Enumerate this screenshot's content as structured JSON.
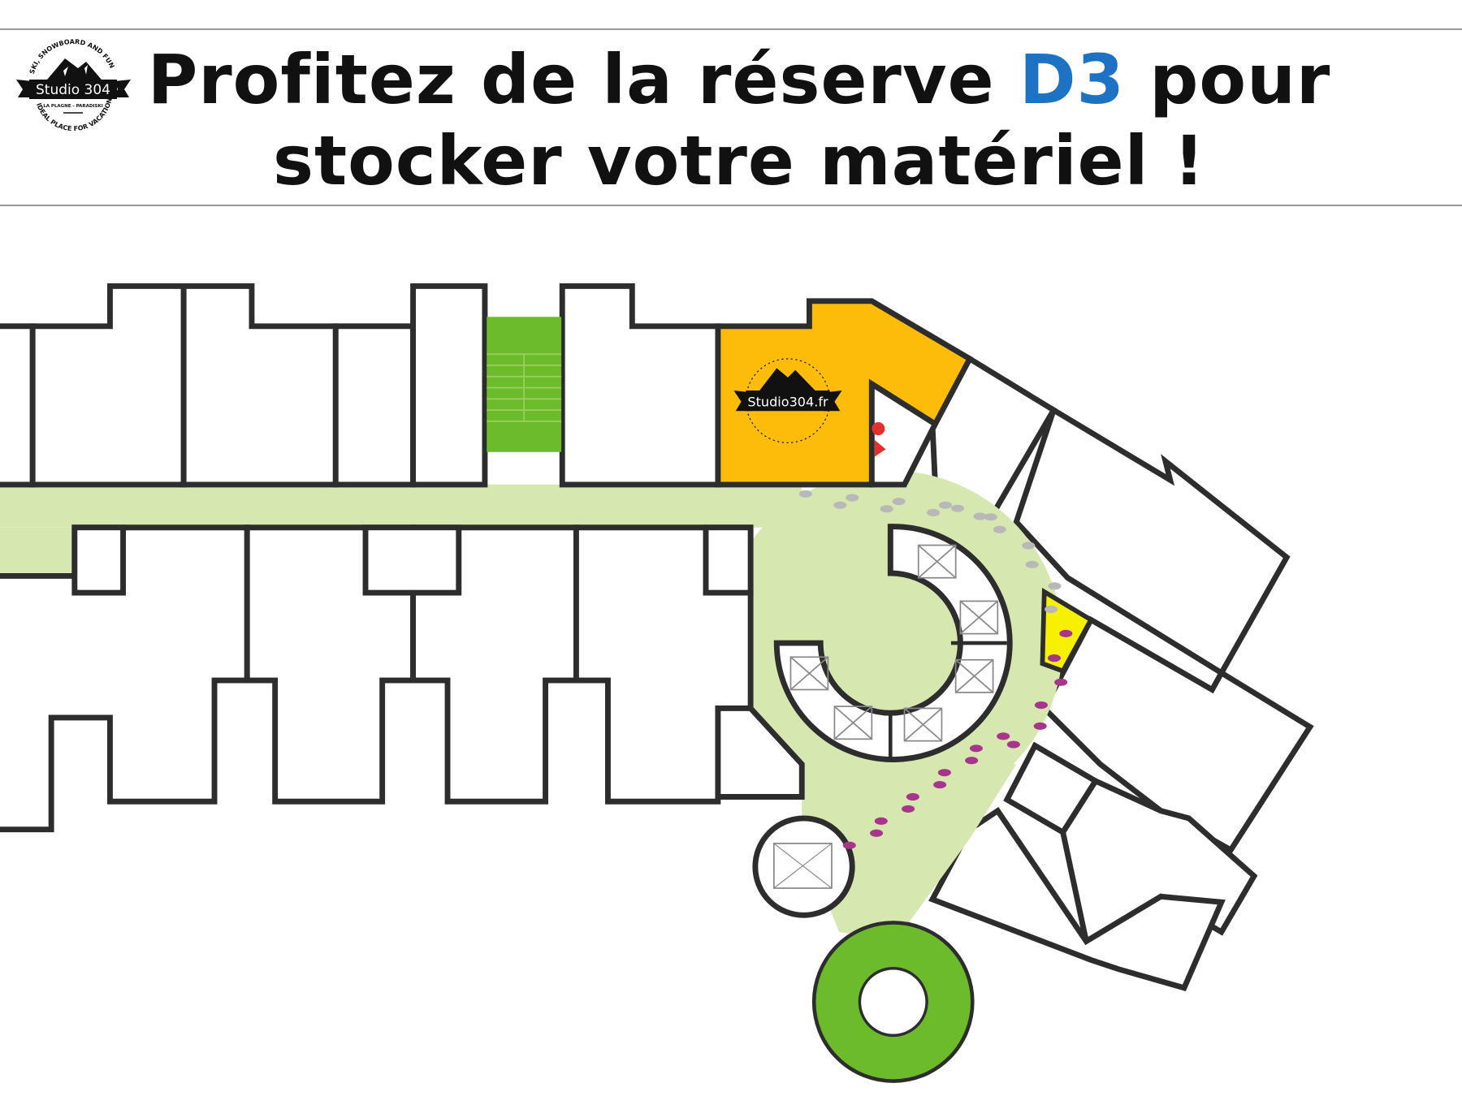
{
  "header": {
    "title_part1": "Profitez de la réserve ",
    "title_accent": "D3",
    "title_part2": " pour",
    "title_line2": "stocker votre matériel !",
    "accent_color": "#1d72c4"
  },
  "logo": {
    "name": "Studio 304",
    "top_arc": "SKI, SNOWBOARD AND FUN",
    "location": "LA PLAGNE - PARADISKI",
    "bottom_arc": "IDEAL PLACE FOR VACATION"
  },
  "plan": {
    "storage_logo_name": "Studio304.fr",
    "storage_color": "#fdbb0a",
    "corridor_color": "#d6e8b0",
    "stair_color": "#6cbb2a",
    "footprint_gray": "#b8b8b8",
    "footprint_purple": "#a8358c"
  }
}
